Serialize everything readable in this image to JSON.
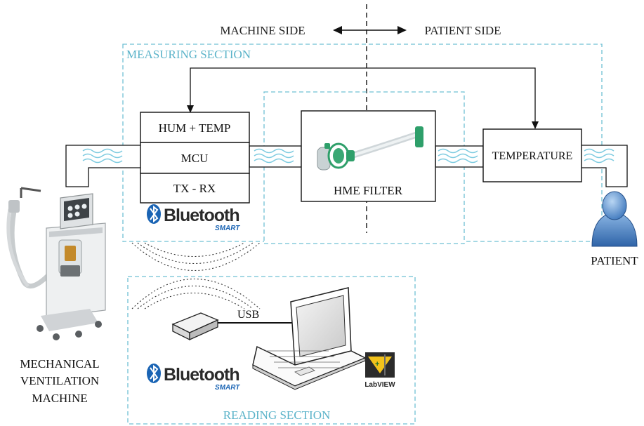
{
  "header": {
    "machine_side": "MACHINE SIDE",
    "patient_side": "PATIENT SIDE"
  },
  "sections": {
    "measuring": "MEASURING SECTION",
    "reading": "READING SECTION"
  },
  "measuring_unit": {
    "hum_temp": "HUM + TEMP",
    "mcu": "MCU",
    "txrx": "TX - RX"
  },
  "hme_filter": "HME FILTER",
  "temperature": "TEMPERATURE",
  "patient": "PATIENT",
  "machine": {
    "line1": "MECHANICAL",
    "line2": "VENTILATION",
    "line3": "MACHINE"
  },
  "usb": "USB",
  "bluetooth": {
    "word": "Bluetooth",
    "smart": "SMART"
  },
  "labview": "LabVIEW",
  "colors": {
    "section_border": "#6fc0d4",
    "section_text": "#5bb3c9",
    "bluetooth_blue": "#1a64b4",
    "filter_green": "#2e9f6a",
    "patient_blue": "#4f86c6"
  }
}
